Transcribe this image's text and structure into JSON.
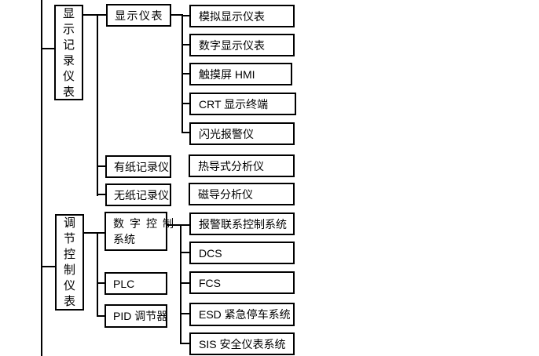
{
  "page": {
    "background_color": "#ffffff",
    "line_color": "#000000",
    "box_border_color": "#000000",
    "text_color": "#000000"
  },
  "tree": {
    "groups": [
      {
        "id": "display-recording-instruments",
        "label": "显示记录仪表",
        "chars": [
          "显",
          "示",
          "记",
          "录",
          "仪",
          "表"
        ],
        "children": [
          {
            "label": "显示仪表",
            "children": [
              "模拟显示仪表",
              "数字显示仪表",
              "触摸屏 HMI",
              "CRT 显示终端",
              "闪光报警仪"
            ]
          },
          {
            "label": "有纸记录仪",
            "children": []
          },
          {
            "label": "无纸记录仪",
            "children": []
          }
        ]
      },
      {
        "id": "regulation-control-instruments",
        "label": "调节控制仪表",
        "chars": [
          "调",
          "节",
          "控",
          "制",
          "仪",
          "表"
        ],
        "children": [
          {
            "label": "数字控制系统",
            "label_lines": [
              "数字控制",
              "系统"
            ],
            "children": [
              "报警联系控制系统",
              "DCS",
              "FCS",
              "ESD 紧急停车系统",
              "SIS 安全仪表系统"
            ]
          },
          {
            "label": "PLC",
            "children": []
          },
          {
            "label": "PID 调节器",
            "children": []
          }
        ]
      }
    ],
    "unlinked_boxes": [
      "热导式分析仪",
      "磁导分析仪"
    ]
  }
}
